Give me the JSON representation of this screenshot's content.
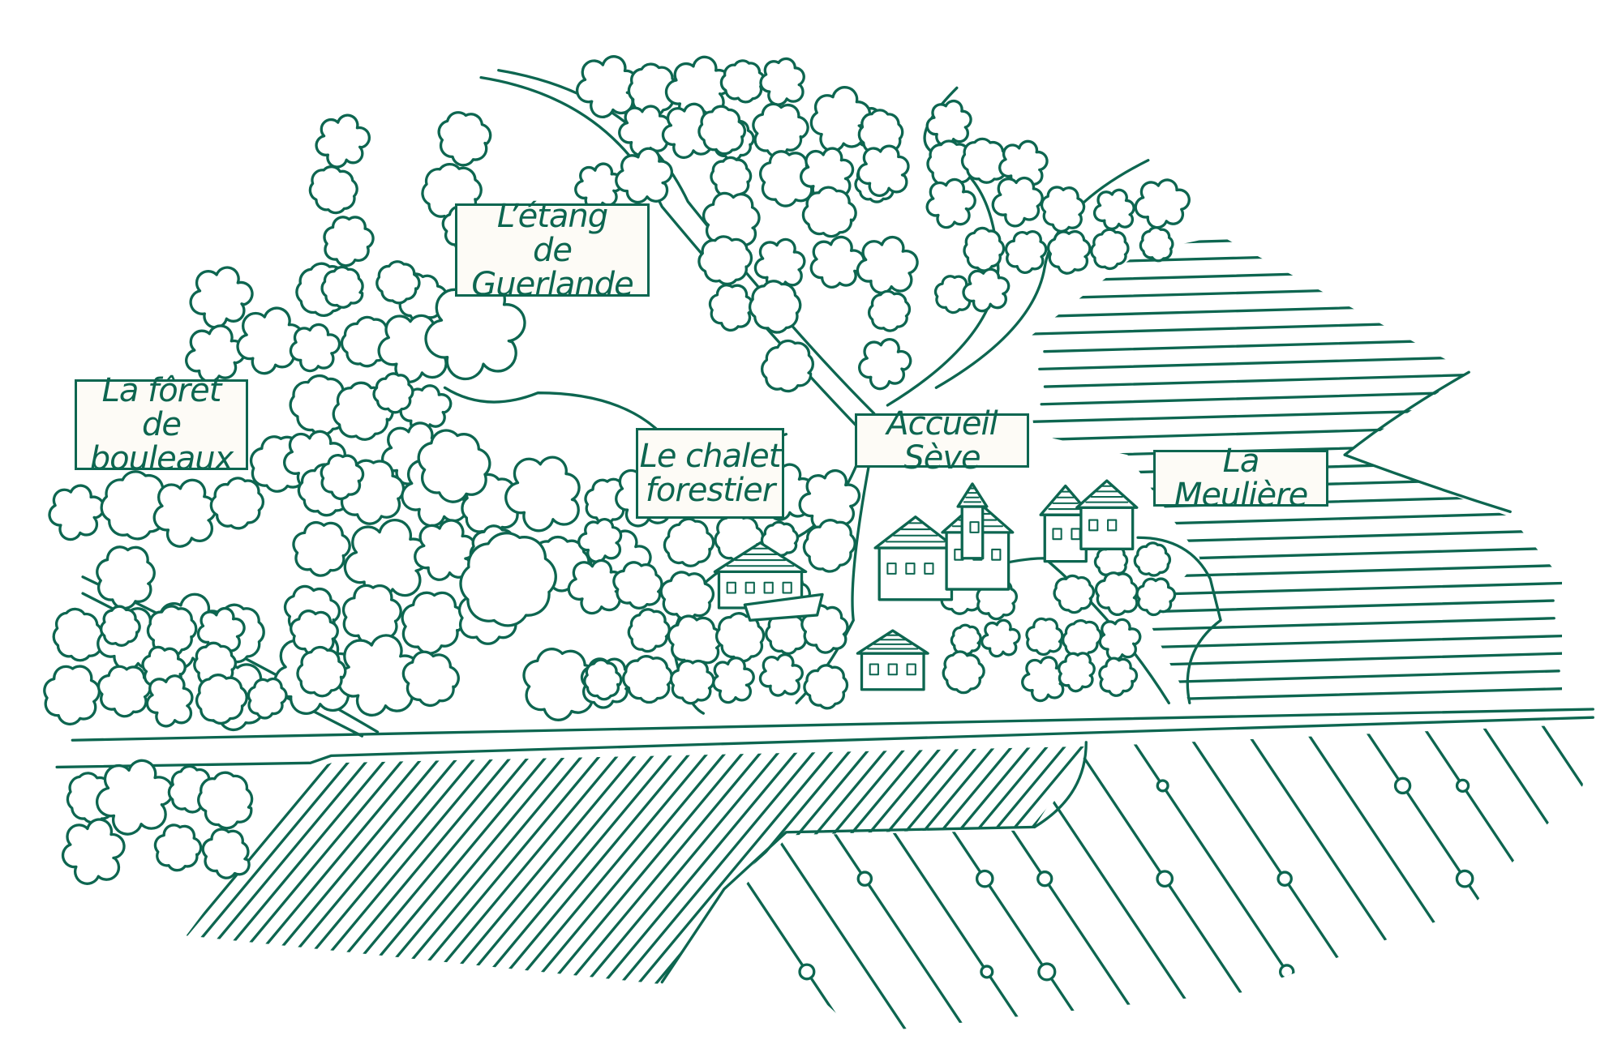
{
  "map": {
    "colors": {
      "ink": "#0d6650",
      "label_bg": "#fdfbf6",
      "background": "#ffffff"
    },
    "places": [
      {
        "id": "foret",
        "lines": [
          "La fôret",
          "de bouleaux"
        ]
      },
      {
        "id": "etang",
        "lines": [
          "L’étang",
          "de Guerlande"
        ]
      },
      {
        "id": "chalet",
        "lines": [
          "Le chalet",
          "forestier"
        ]
      },
      {
        "id": "accueil",
        "lines": [
          "Accueil Sève"
        ]
      },
      {
        "id": "meuliere",
        "lines": [
          "La Meulière"
        ]
      }
    ]
  }
}
